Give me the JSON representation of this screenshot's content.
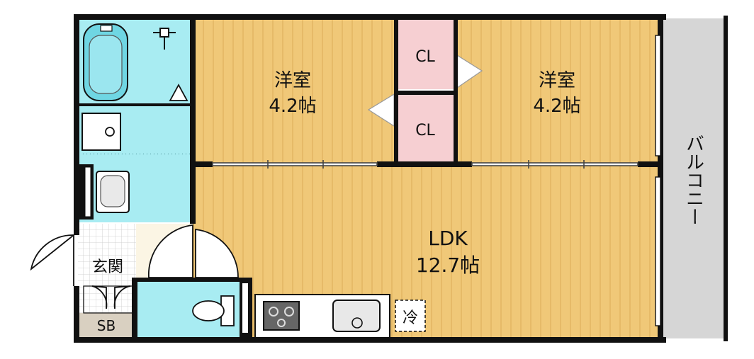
{
  "rooms": {
    "western_left": {
      "name": "洋室",
      "size": "4.2帖"
    },
    "western_right": {
      "name": "洋室",
      "size": "4.2帖"
    },
    "ldk": {
      "name": "LDK",
      "size": "12.7帖"
    },
    "closet_top": {
      "name": "CL"
    },
    "closet_bottom": {
      "name": "CL"
    },
    "entrance": {
      "name": "玄関"
    },
    "shoe_box": {
      "name": "SB"
    },
    "fridge": {
      "name": "冷"
    },
    "balcony": {
      "name": "バルコニー"
    }
  },
  "colors": {
    "flooring": "#f0c878",
    "flooring_stripe": "#e3b560",
    "wet_area": "#a8ecf2",
    "closet": "#f6cfd2",
    "balcony": "#d6d6d6",
    "entrance_floor": "#fbf5e4",
    "shoe_box": "#d9d0c1",
    "wall": "#111111"
  }
}
